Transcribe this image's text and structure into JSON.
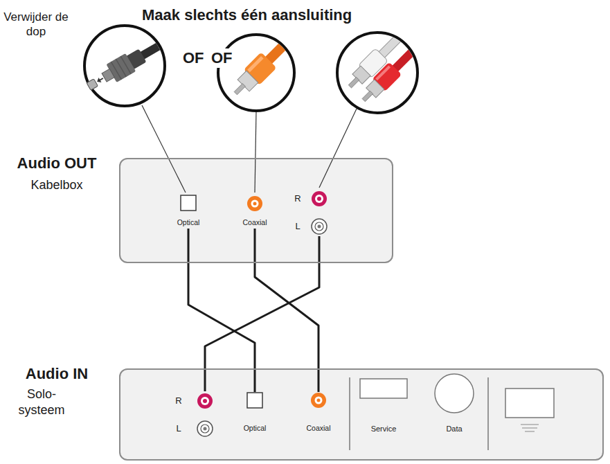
{
  "diagram": {
    "title": "Maak slechts één aansluiting",
    "nodes": [
      {
        "text": [
          "Audio OUT",
          "Kabelbox"
        ]
      },
      {
        "text": [
          "Optical"
        ],
        "in": 0
      },
      {
        "text": [
          "Coaxial"
        ],
        "in": 0
      },
      {
        "text": [
          "R",
          "L"
        ],
        "in": 0
      },
      {
        "text": [
          "Audio IN",
          "Solo-systeem"
        ]
      },
      {
        "text": [
          "R",
          "L"
        ],
        "in": 4
      },
      {
        "text": [
          "Optical"
        ],
        "in": 4
      },
      {
        "text": [
          "Coaxial"
        ],
        "in": 4
      }
    ],
    "edges": [
      {
        "from": 1,
        "to": 6,
        "arrow": "none"
      },
      {
        "from": 2,
        "to": 7,
        "arrow": "none"
      },
      {
        "from": 3,
        "to": 5,
        "arrow": "none"
      }
    ],
    "labels": [
      "Verwijder de dop",
      "OF",
      "OF",
      "Service",
      "Data"
    ]
  }
}
